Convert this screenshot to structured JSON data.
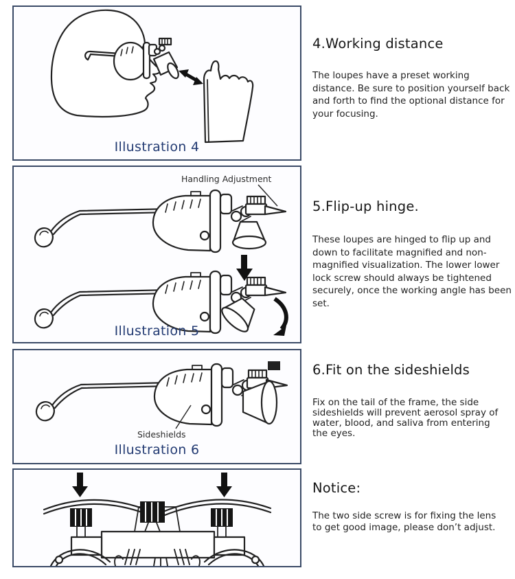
{
  "panels": [
    {
      "caption": "Illustration 4"
    },
    {
      "caption": "Illustration 5",
      "label": "Handling Adjustment"
    },
    {
      "caption": "Illustration 6",
      "label": "Sideshields"
    },
    {
      "caption": ""
    }
  ],
  "sections": [
    {
      "heading": "4.Working distance",
      "body": "The loupes have a preset working distance. Be sure to position yourself back and forth to find the optional distance for your focusing."
    },
    {
      "heading": "5.Flip-up hinge.",
      "body": "These loupes are hinged to flip up and down to facilitate magnified and non-magnified visualization. The lower lower lock screw should always be tightened securely, once the working angle has been set."
    },
    {
      "heading": "6.Fit on the sideshields",
      "body": "Fix on the tail of the frame, the side sideshields will prevent aerosol spray of water, blood, and saliva from entering the eyes."
    },
    {
      "heading": "Notice:",
      "body": "The two side screw is for fixing the lens to get good image, please don’t adjust."
    }
  ],
  "colors": {
    "panel_border": "#3a4a66",
    "caption_text": "#223a72",
    "body_text": "#1f1f1f",
    "line_art": "#222222"
  }
}
